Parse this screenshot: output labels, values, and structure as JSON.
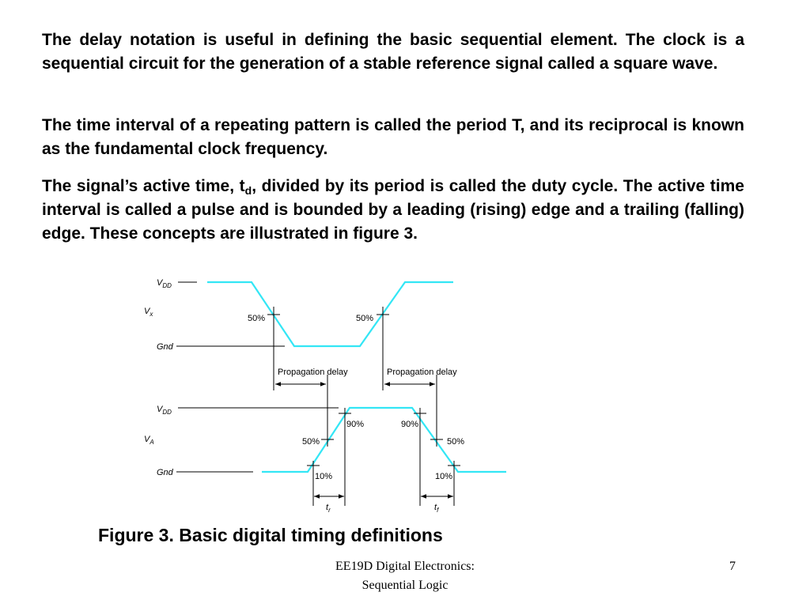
{
  "paragraphs": {
    "p1": "The delay notation is useful in defining the basic sequential element. The clock is a sequential circuit for the generation of a stable reference signal called a square wave.",
    "p2": "The time interval of a repeating pattern is called the period T, and its reciprocal is known as the fundamental clock frequency.",
    "p3_before": "The signal’s active time, t",
    "p3_sub": "d",
    "p3_after": ", divided by its period is called the duty cycle. The active time interval is called a pulse and is bounded by a leading (rising) edge and a trailing (falling) edge. These concepts are illustrated in figure 3."
  },
  "diagram": {
    "wave_color": "#33e6f5",
    "input": {
      "vdd_main": "V",
      "vdd_sub": "DD",
      "signal_main": "V",
      "signal_sub": "x",
      "gnd": "Gnd",
      "mid_left": "50%",
      "mid_right": "50%"
    },
    "delays": {
      "left": "Propagation delay",
      "right": "Propagation delay"
    },
    "output": {
      "vdd_main": "V",
      "vdd_sub": "DD",
      "signal_main": "V",
      "signal_sub": "A",
      "gnd": "Gnd",
      "rise_90": "90%",
      "fall_90": "90%",
      "rise_50": "50%",
      "fall_50": "50%",
      "rise_10": "10%",
      "fall_10": "10%",
      "tr_main": "t",
      "tr_sub": "r",
      "tf_main": "t",
      "tf_sub": "f"
    }
  },
  "caption": "Figure 3. Basic digital timing definitions",
  "footer": {
    "line1": "EE19D Digital Electronics:",
    "line2": "Sequential Logic",
    "page": "7"
  }
}
